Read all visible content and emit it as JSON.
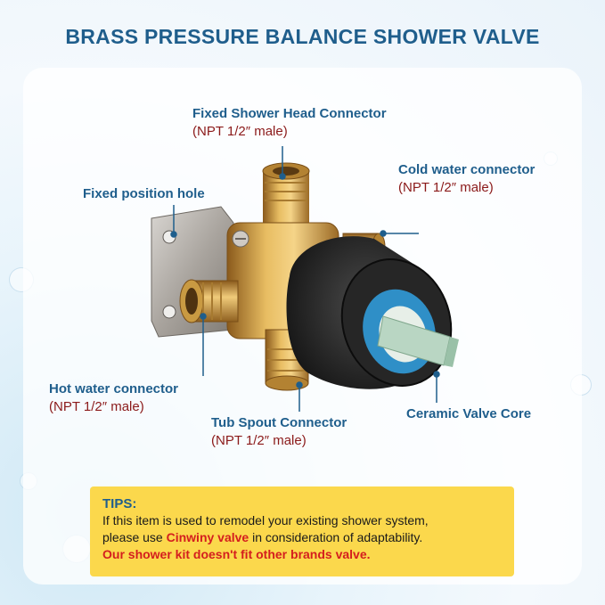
{
  "title": "BRASS PRESSURE BALANCE SHOWER VALVE",
  "labels": {
    "head_connector": {
      "name": "Fixed Shower Head Connector",
      "spec": "(NPT 1/2″ male)"
    },
    "cold_connector": {
      "name": "Cold water connector",
      "spec": "(NPT 1/2″ male)"
    },
    "position_hole": {
      "name": "Fixed position hole"
    },
    "hot_connector": {
      "name": "Hot water connector",
      "spec": "(NPT 1/2″ male)"
    },
    "tub_connector": {
      "name": "Tub Spout Connector",
      "spec": "(NPT 1/2″ male)"
    },
    "valve_core": {
      "name": "Ceramic Valve Core"
    }
  },
  "tips": {
    "heading": "TIPS:",
    "line1": "If this item is used to remodel your existing shower system,",
    "line2_before": "please use ",
    "line2_brand": "Cinwiny valve",
    "line2_after": " in consideration of adaptability.",
    "warning": "Our shower kit doesn't fit other brands valve."
  },
  "colors": {
    "title": "#1f5e8c",
    "spec": "#8b1a1a",
    "tips_bg": "#fbd84c",
    "tips_highlight": "#d41e1e",
    "leader_line": "#1f5e8c",
    "brass": "#c8963c",
    "valve_body": "#1c1c1c"
  }
}
